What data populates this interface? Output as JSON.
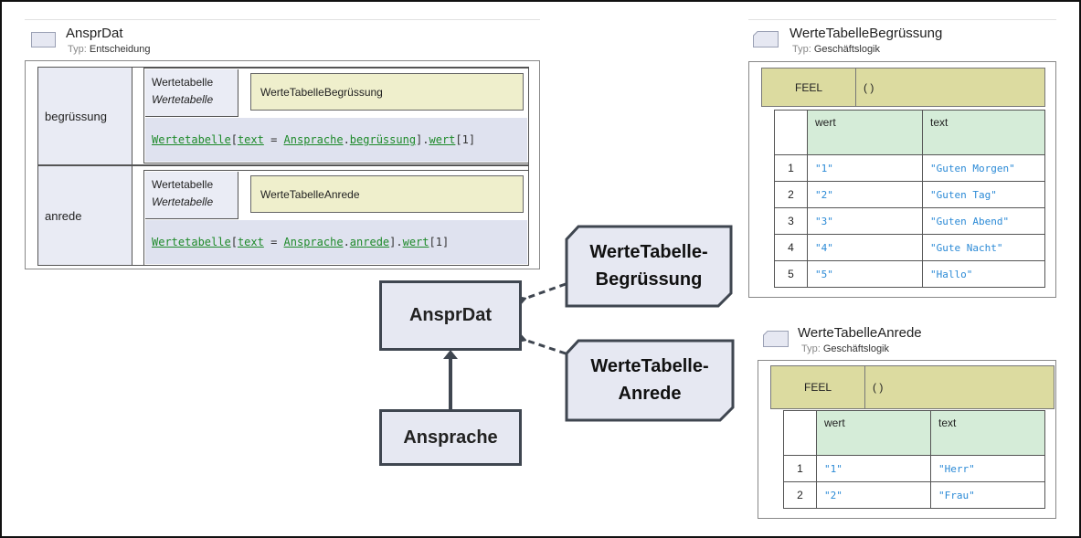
{
  "decision_panel": {
    "title": "AnsprDat",
    "type_key": "Typ:",
    "type_value": "Entscheidung",
    "rows": [
      {
        "name": "begrüssung",
        "context_label": "Wertetabelle",
        "context_type": "Wertetabelle",
        "value": "WerteTabelleBegrüssung",
        "expr": {
          "a": "Wertetabelle",
          "b": "[",
          "c": "text",
          "d": " = ",
          "e": "Ansprache",
          "f": ".",
          "g": "begrüssung",
          "h": "].",
          "i": "wert",
          "j": "[1]"
        }
      },
      {
        "name": "anrede",
        "context_label": "Wertetabelle",
        "context_type": "Wertetabelle",
        "value": "WerteTabelleAnrede",
        "expr": {
          "a": "Wertetabelle",
          "b": "[",
          "c": "text",
          "d": " = ",
          "e": "Ansprache",
          "f": ".",
          "g": "anrede",
          "h": "].",
          "i": "wert",
          "j": "[1]"
        }
      }
    ]
  },
  "table_begruessung": {
    "title": "WerteTabelleBegrüssung",
    "type_key": "Typ:",
    "type_value": "Geschäftslogik",
    "feel_label": "FEEL",
    "feel_value": "( )",
    "columns": [
      "wert",
      "text"
    ],
    "rows": [
      [
        "1",
        "\"1\"",
        "\"Guten Morgen\""
      ],
      [
        "2",
        "\"2\"",
        "\"Guten Tag\""
      ],
      [
        "3",
        "\"3\"",
        "\"Guten Abend\""
      ],
      [
        "4",
        "\"4\"",
        "\"Gute Nacht\""
      ],
      [
        "5",
        "\"5\"",
        "\"Hallo\""
      ]
    ]
  },
  "table_anrede": {
    "title": "WerteTabelleAnrede",
    "type_key": "Typ:",
    "type_value": "Geschäftslogik",
    "feel_label": "FEEL",
    "feel_value": "( )",
    "columns": [
      "wert",
      "text"
    ],
    "rows": [
      [
        "1",
        "\"1\"",
        "\"Herr\""
      ],
      [
        "2",
        "\"2\"",
        "\"Frau\""
      ]
    ]
  },
  "drd": {
    "decision": "AnsprDat",
    "input": "Ansprache",
    "knowledge_1_line1": "WerteTabelle-",
    "knowledge_1_line2": "Begrüssung",
    "knowledge_2_line1": "WerteTabelle-",
    "knowledge_2_line2": "Anrede"
  }
}
